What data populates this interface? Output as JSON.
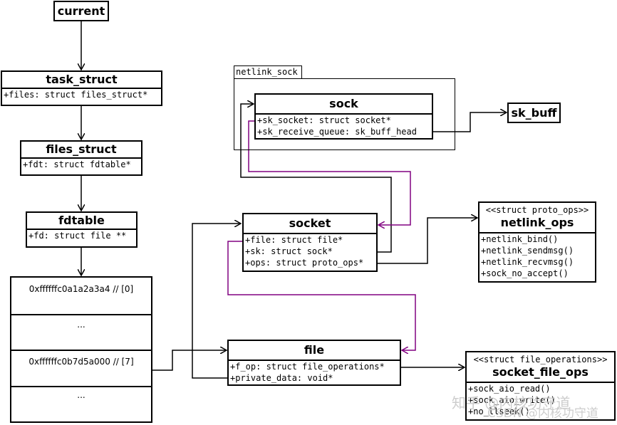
{
  "current": {
    "title": "current"
  },
  "task_struct": {
    "title": "task_struct",
    "fields": [
      "+files: struct files_struct*"
    ]
  },
  "files_struct": {
    "title": "files_struct",
    "fields": [
      "+fdt: struct fdtable*"
    ]
  },
  "fdtable": {
    "title": "fdtable",
    "fields": [
      "+fd: struct file **"
    ]
  },
  "fd_array": {
    "slots": [
      "0xffffffc0a1a2a3a4 // [0]",
      "...",
      "0xffffffc0b7d5a000 // [7]",
      "..."
    ]
  },
  "netlink_sock": {
    "title": "netlink_sock"
  },
  "sock": {
    "title": "sock",
    "fields": [
      "+sk_socket: struct socket*",
      "+sk_receive_queue: sk_buff_head"
    ]
  },
  "sk_buff": {
    "title": "sk_buff"
  },
  "socket": {
    "title": "socket",
    "fields": [
      "+file: struct file*",
      "+sk: struct sock*",
      "+ops: struct proto_ops*"
    ]
  },
  "netlink_ops": {
    "stereotype": "<<struct proto_ops>>",
    "title": "netlink_ops",
    "fields": [
      "+netlink_bind()",
      "+netlink_sendmsg()",
      "+netlink_recvmsg()",
      "+sock_no_accept()"
    ]
  },
  "file": {
    "title": "file",
    "fields": [
      "+f_op: struct file_operations*",
      "+private_data: void*"
    ]
  },
  "socket_file_ops": {
    "stereotype": "<<struct file_operations>>",
    "title": "socket_file_ops",
    "fields": [
      "+sock_aio_read()",
      "+sock_aio_write()",
      "+no_llseek()"
    ]
  },
  "watermark": {
    "line1": "知乎 @内核功守道",
    "line2": "CSDN @内核功守道"
  },
  "colors": {
    "line": "#000000",
    "highlight": "#800080"
  }
}
